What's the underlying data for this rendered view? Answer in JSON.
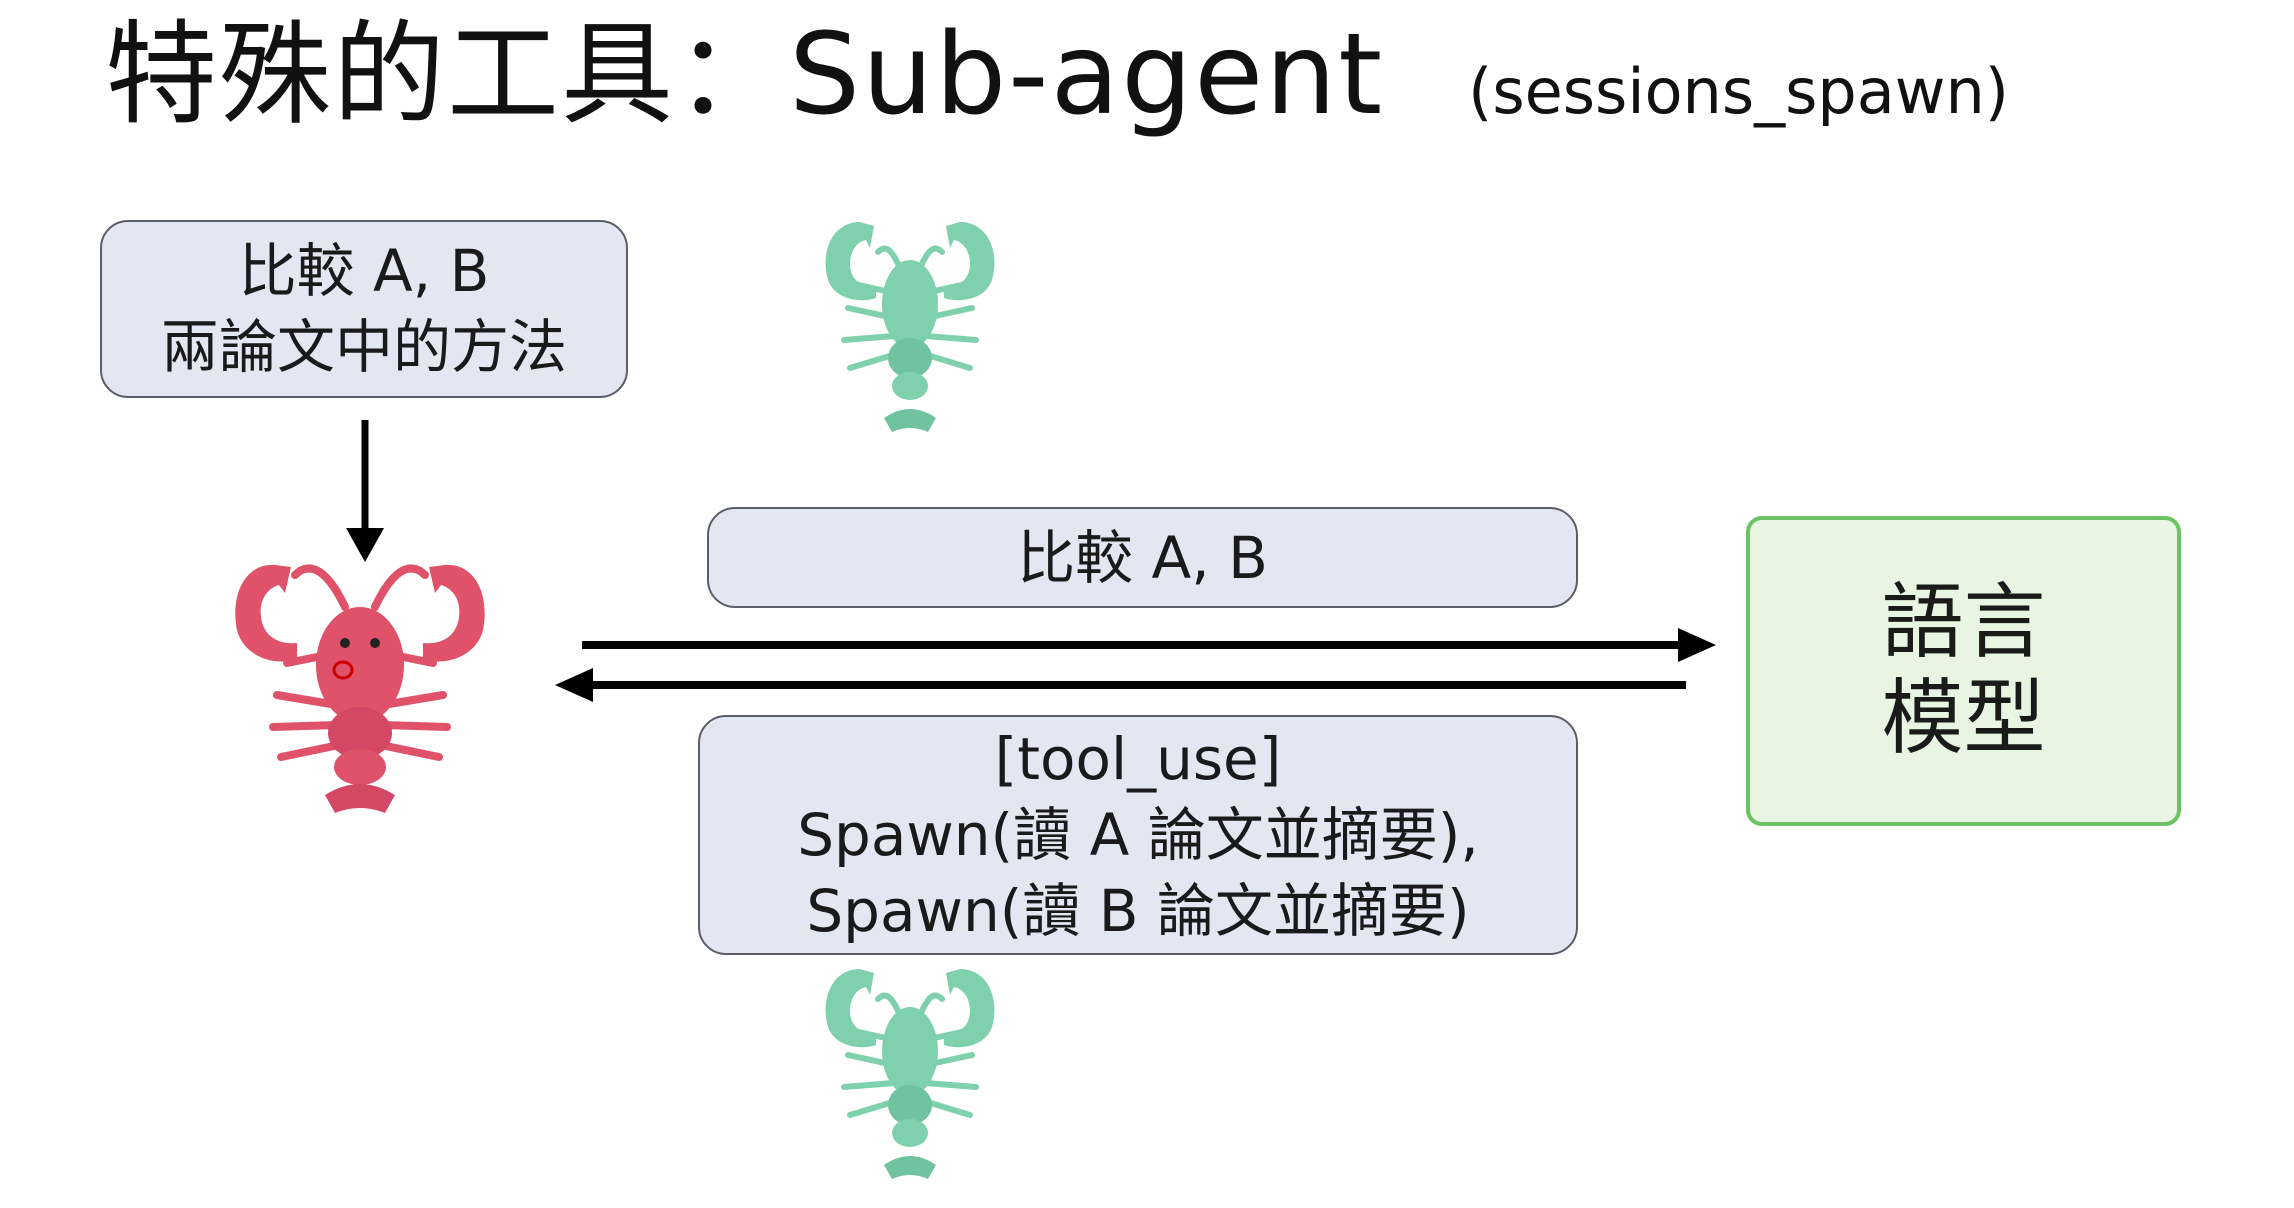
{
  "title": {
    "main": "特殊的工具：Sub-agent",
    "sub": "(sessions_spawn)"
  },
  "user_box": {
    "lines": [
      "比較 A, B",
      "兩論文中的方法"
    ]
  },
  "request_box": {
    "text": "比較 A, B"
  },
  "tool_use_box": {
    "lines": [
      "[tool_use]",
      "Spawn(讀 A 論文並摘要),",
      "Spawn(讀 B 論文並摘要)"
    ]
  },
  "model_box": {
    "lines": [
      "語言",
      "模型"
    ]
  },
  "icons": {
    "main_agent": "red-lobster-icon",
    "sub_agent_top": "green-lobster-icon",
    "sub_agent_bottom": "green-lobster-icon"
  },
  "colors": {
    "box_fill": "#e4e6f2",
    "box_border": "#5b5d68",
    "model_fill": "#e8f5e2",
    "model_border": "#6cc366",
    "main_lobster": "#e0516a",
    "sub_lobster": "#7fd1ad"
  }
}
